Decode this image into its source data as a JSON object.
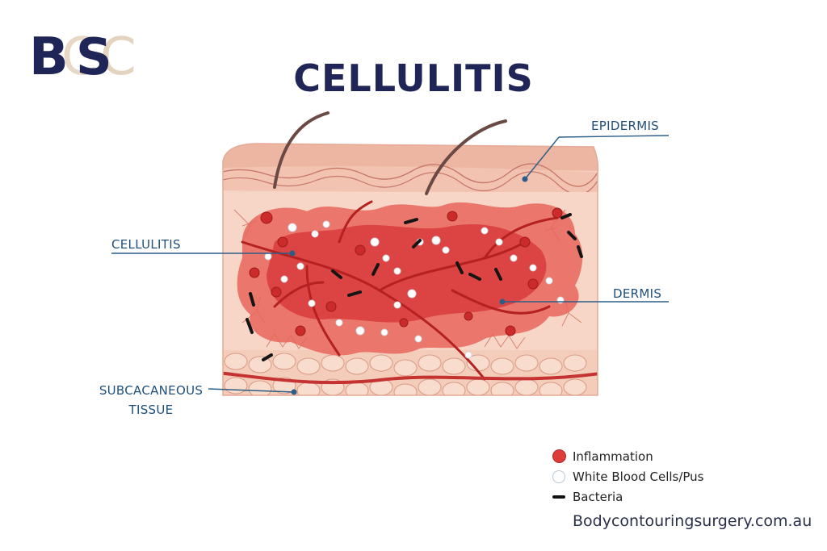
{
  "title": "CELLULITIS",
  "labels": {
    "epidermis": "EPIDERMIS",
    "cellulitis": "CELLULITIS",
    "dermis": "DERMIS",
    "subcutaneous": "SUBCACANEOUS TISSUE"
  },
  "legend": [
    {
      "icon": "red-circle-icon",
      "text": "Inflammation"
    },
    {
      "icon": "white-circle-icon",
      "text": "White Blood Cells/Pus"
    },
    {
      "icon": "black-dash-icon",
      "text": "Bacteria"
    }
  ],
  "website": "Bodycontouringsurgery.com.au",
  "colors": {
    "title": "#1f2557",
    "label": "#1f4f7a",
    "inflammation": "#de3b3b",
    "skin": "#f4c6b4"
  }
}
